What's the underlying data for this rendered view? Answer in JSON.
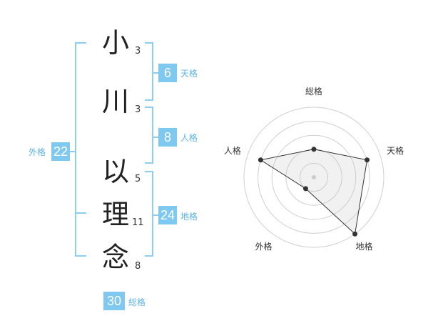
{
  "name": {
    "chars": [
      {
        "char": "小",
        "strokes": "3"
      },
      {
        "char": "川",
        "strokes": "3"
      },
      {
        "char": "以",
        "strokes": "5"
      },
      {
        "char": "理",
        "strokes": "11"
      },
      {
        "char": "念",
        "strokes": "8"
      }
    ]
  },
  "kaku": {
    "tenkaku": {
      "value": "6",
      "label": "天格"
    },
    "jinkaku": {
      "value": "8",
      "label": "人格"
    },
    "chikaku": {
      "value": "24",
      "label": "地格"
    },
    "gaikaku": {
      "value": "22",
      "label": "外格"
    },
    "soukaku": {
      "value": "30",
      "label": "総格"
    }
  },
  "colors": {
    "accent": "#7fc8f0",
    "accent_text": "#5bb4e6",
    "bracket": "#8fcdf0"
  },
  "chart_data": {
    "type": "radar",
    "axes": [
      "総格",
      "天格",
      "地格",
      "外格",
      "人格"
    ],
    "levels": 5,
    "values": [
      2,
      4,
      5,
      1,
      4
    ],
    "max": 5
  }
}
